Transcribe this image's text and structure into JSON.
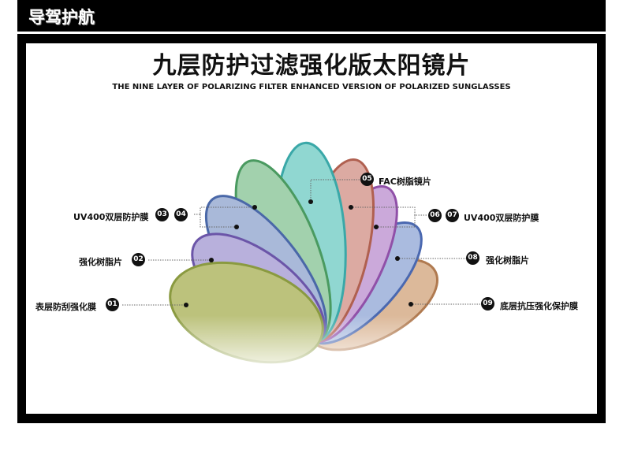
{
  "header": {
    "title": "导驾护航"
  },
  "main": {
    "title": "九层防护过滤强化版太阳镜片",
    "subtitle": "THE NINE LAYER OF POLARIZING FILTER ENHANCED VERSION OF POLARIZED SUNGLASSES",
    "layers": [
      {
        "num": "01",
        "label": "表层防刮强化膜",
        "color": "#bcc27c"
      },
      {
        "num": "02",
        "label": "强化树脂片",
        "color": "#b8b0dc"
      },
      {
        "num": "03",
        "label": "UV400双层防护膜",
        "color": "#a9b9d9"
      },
      {
        "num": "04",
        "label": "",
        "color": "#a2d1ad"
      },
      {
        "num": "05",
        "label": "FAC树脂镜片",
        "color": "#90d7d1"
      },
      {
        "num": "06",
        "label": "",
        "color": "#dcaaa2"
      },
      {
        "num": "07",
        "label": "UV400双层防护膜",
        "color": "#cba9da"
      },
      {
        "num": "08",
        "label": "强化树脂片",
        "color": "#aabbdf"
      },
      {
        "num": "09",
        "label": "底层抗压强化保护膜",
        "color": "#dcb99a"
      }
    ]
  }
}
